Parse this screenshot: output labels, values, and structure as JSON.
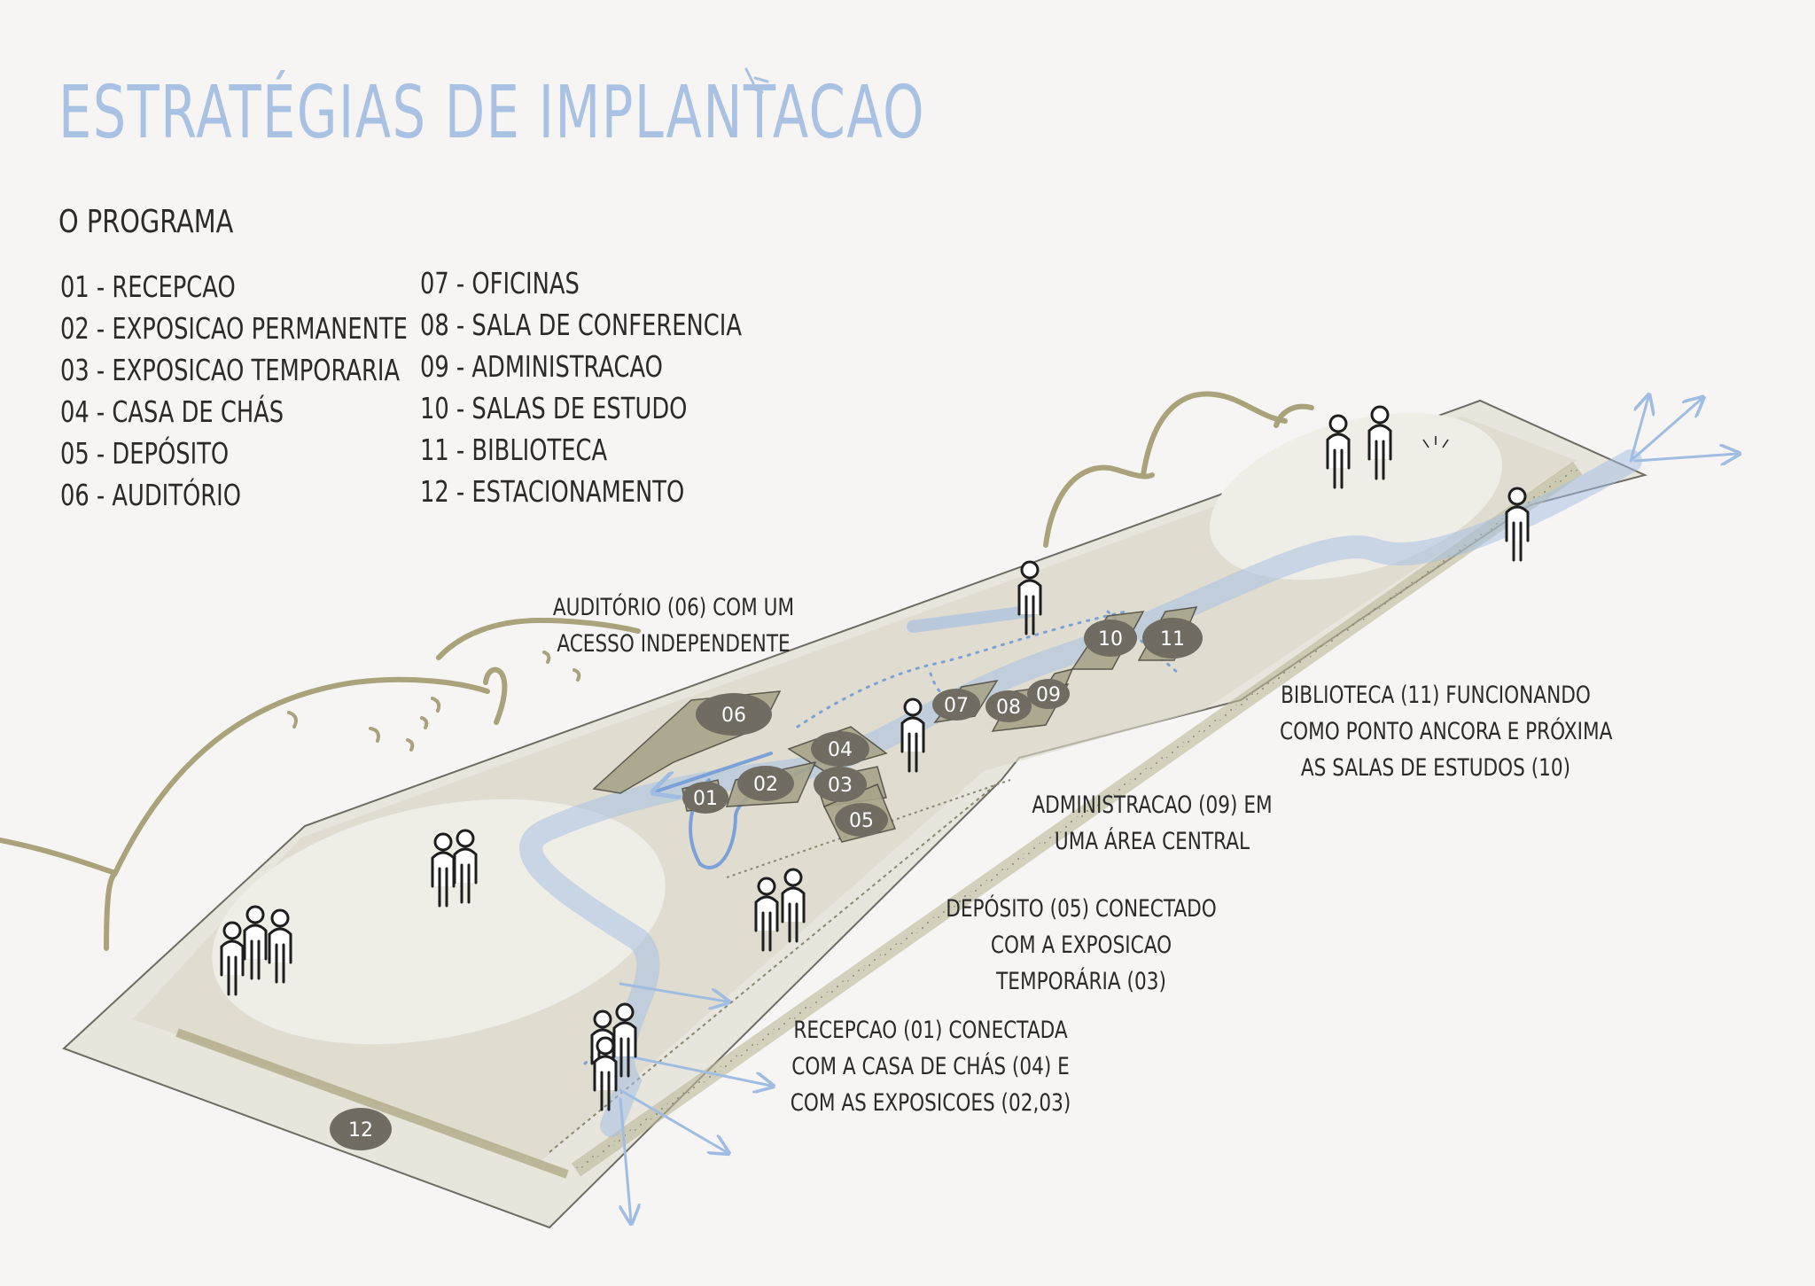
{
  "title": "ESTRATÉGIAS DE IMPLANTACAO",
  "subtitle": "O PROGRAMA",
  "program_col1": [
    "01 - RECEPCAO",
    "02 - EXPOSICAO PERMANENTE",
    "03 - EXPOSICAO TEMPORARIA",
    "04 - CASA DE CHÁS",
    "05 - DEPÓSITO",
    "06 - AUDITÓRIO"
  ],
  "program_col2": [
    "07 - OFICINAS",
    "08 - SALA DE CONFERENCIA",
    "09 - ADMINISTRACAO",
    "10 - SALAS DE ESTUDO",
    "11 - BIBLIOTECA",
    "12 - ESTACIONAMENTO"
  ],
  "notes": {
    "auditorio": [
      "AUDITÓRIO (06) COM UM",
      "ACESSO INDEPENDENTE"
    ],
    "biblioteca": [
      "BIBLIOTECA (11) FUNCIONANDO",
      "COMO PONTO ANCORA E PRÓXIMA",
      "AS SALAS DE ESTUDOS  (10)"
    ],
    "administracao": [
      "ADMINISTRACAO (09) EM",
      "UMA ÁREA CENTRAL"
    ],
    "deposito": [
      "DEPÓSITO (05) CONECTADO",
      "COM A EXPOSICAO",
      "TEMPORÁRIA (03)"
    ],
    "recepcao": [
      "RECEPCAO (01) CONECTADA",
      "COM A CASA DE CHÁS (04) E",
      "COM AS EXPOSICOES (02,03)"
    ]
  },
  "building_labels": {
    "b01": "01",
    "b02": "02",
    "b03": "03",
    "b04": "04",
    "b05": "05",
    "b06": "06",
    "b07": "07",
    "b08": "08",
    "b09": "09",
    "b10": "10",
    "b11": "11",
    "b12": "12"
  },
  "colors": {
    "accent_blue": "#a9c1e3",
    "flow_blue": "#9fbde3",
    "terrain": "#e4e2d6",
    "building": "#a8a48a",
    "label_oval": "#706c62",
    "hill_line": "#aaa27a"
  }
}
